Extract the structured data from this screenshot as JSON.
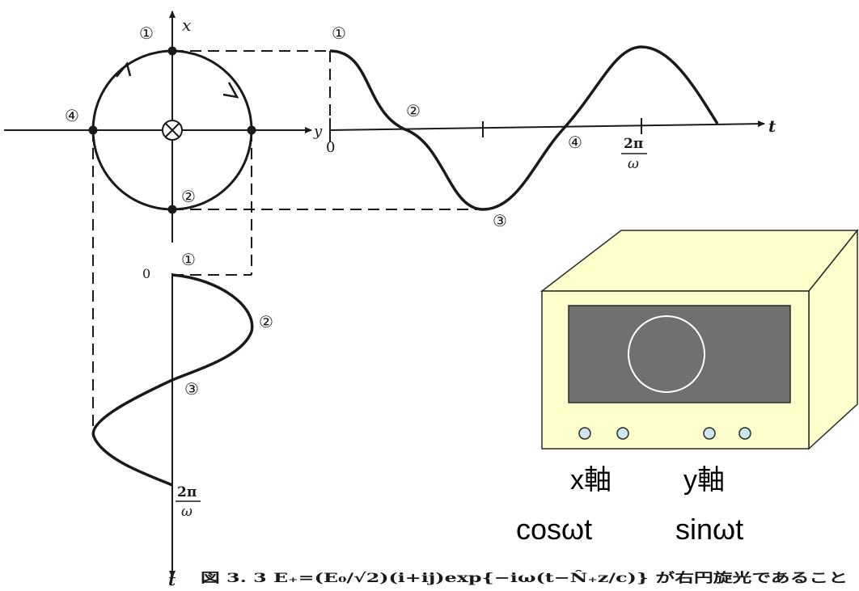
{
  "labels": {
    "axis_x": "x",
    "axis_y": "y",
    "axis_t_right": "t",
    "axis_t_bottom": "t",
    "zero_right": "0",
    "zero_bottom": "0",
    "pt1_circle": "①",
    "pt2_circle": "②",
    "pt4_circle": "④",
    "pt1_wave": "①",
    "pt2_wave": "②",
    "pt3_wave": "③",
    "pt4_wave": "④",
    "pt1_vwave": "①",
    "pt2_vwave": "②",
    "pt3_vwave": "③",
    "period_num_right": "2π",
    "period_den_right": "ω",
    "period_num_bottom": "2π",
    "period_den_bottom": "ω"
  },
  "caption": "図 3. 3   E₊=(E₀/√2)(i+ij)exp{−iω(t−N̂₊z/c)} が右円旋光であること",
  "oscilloscope": {
    "x_axis_label": "x軸",
    "y_axis_label": "y軸",
    "x_signal": "cosωt",
    "y_signal": "sinωt",
    "colors": {
      "body": "#ffffcc",
      "screen": "#707070",
      "knob": "#cce8ee",
      "trace": "#ffffff"
    }
  }
}
